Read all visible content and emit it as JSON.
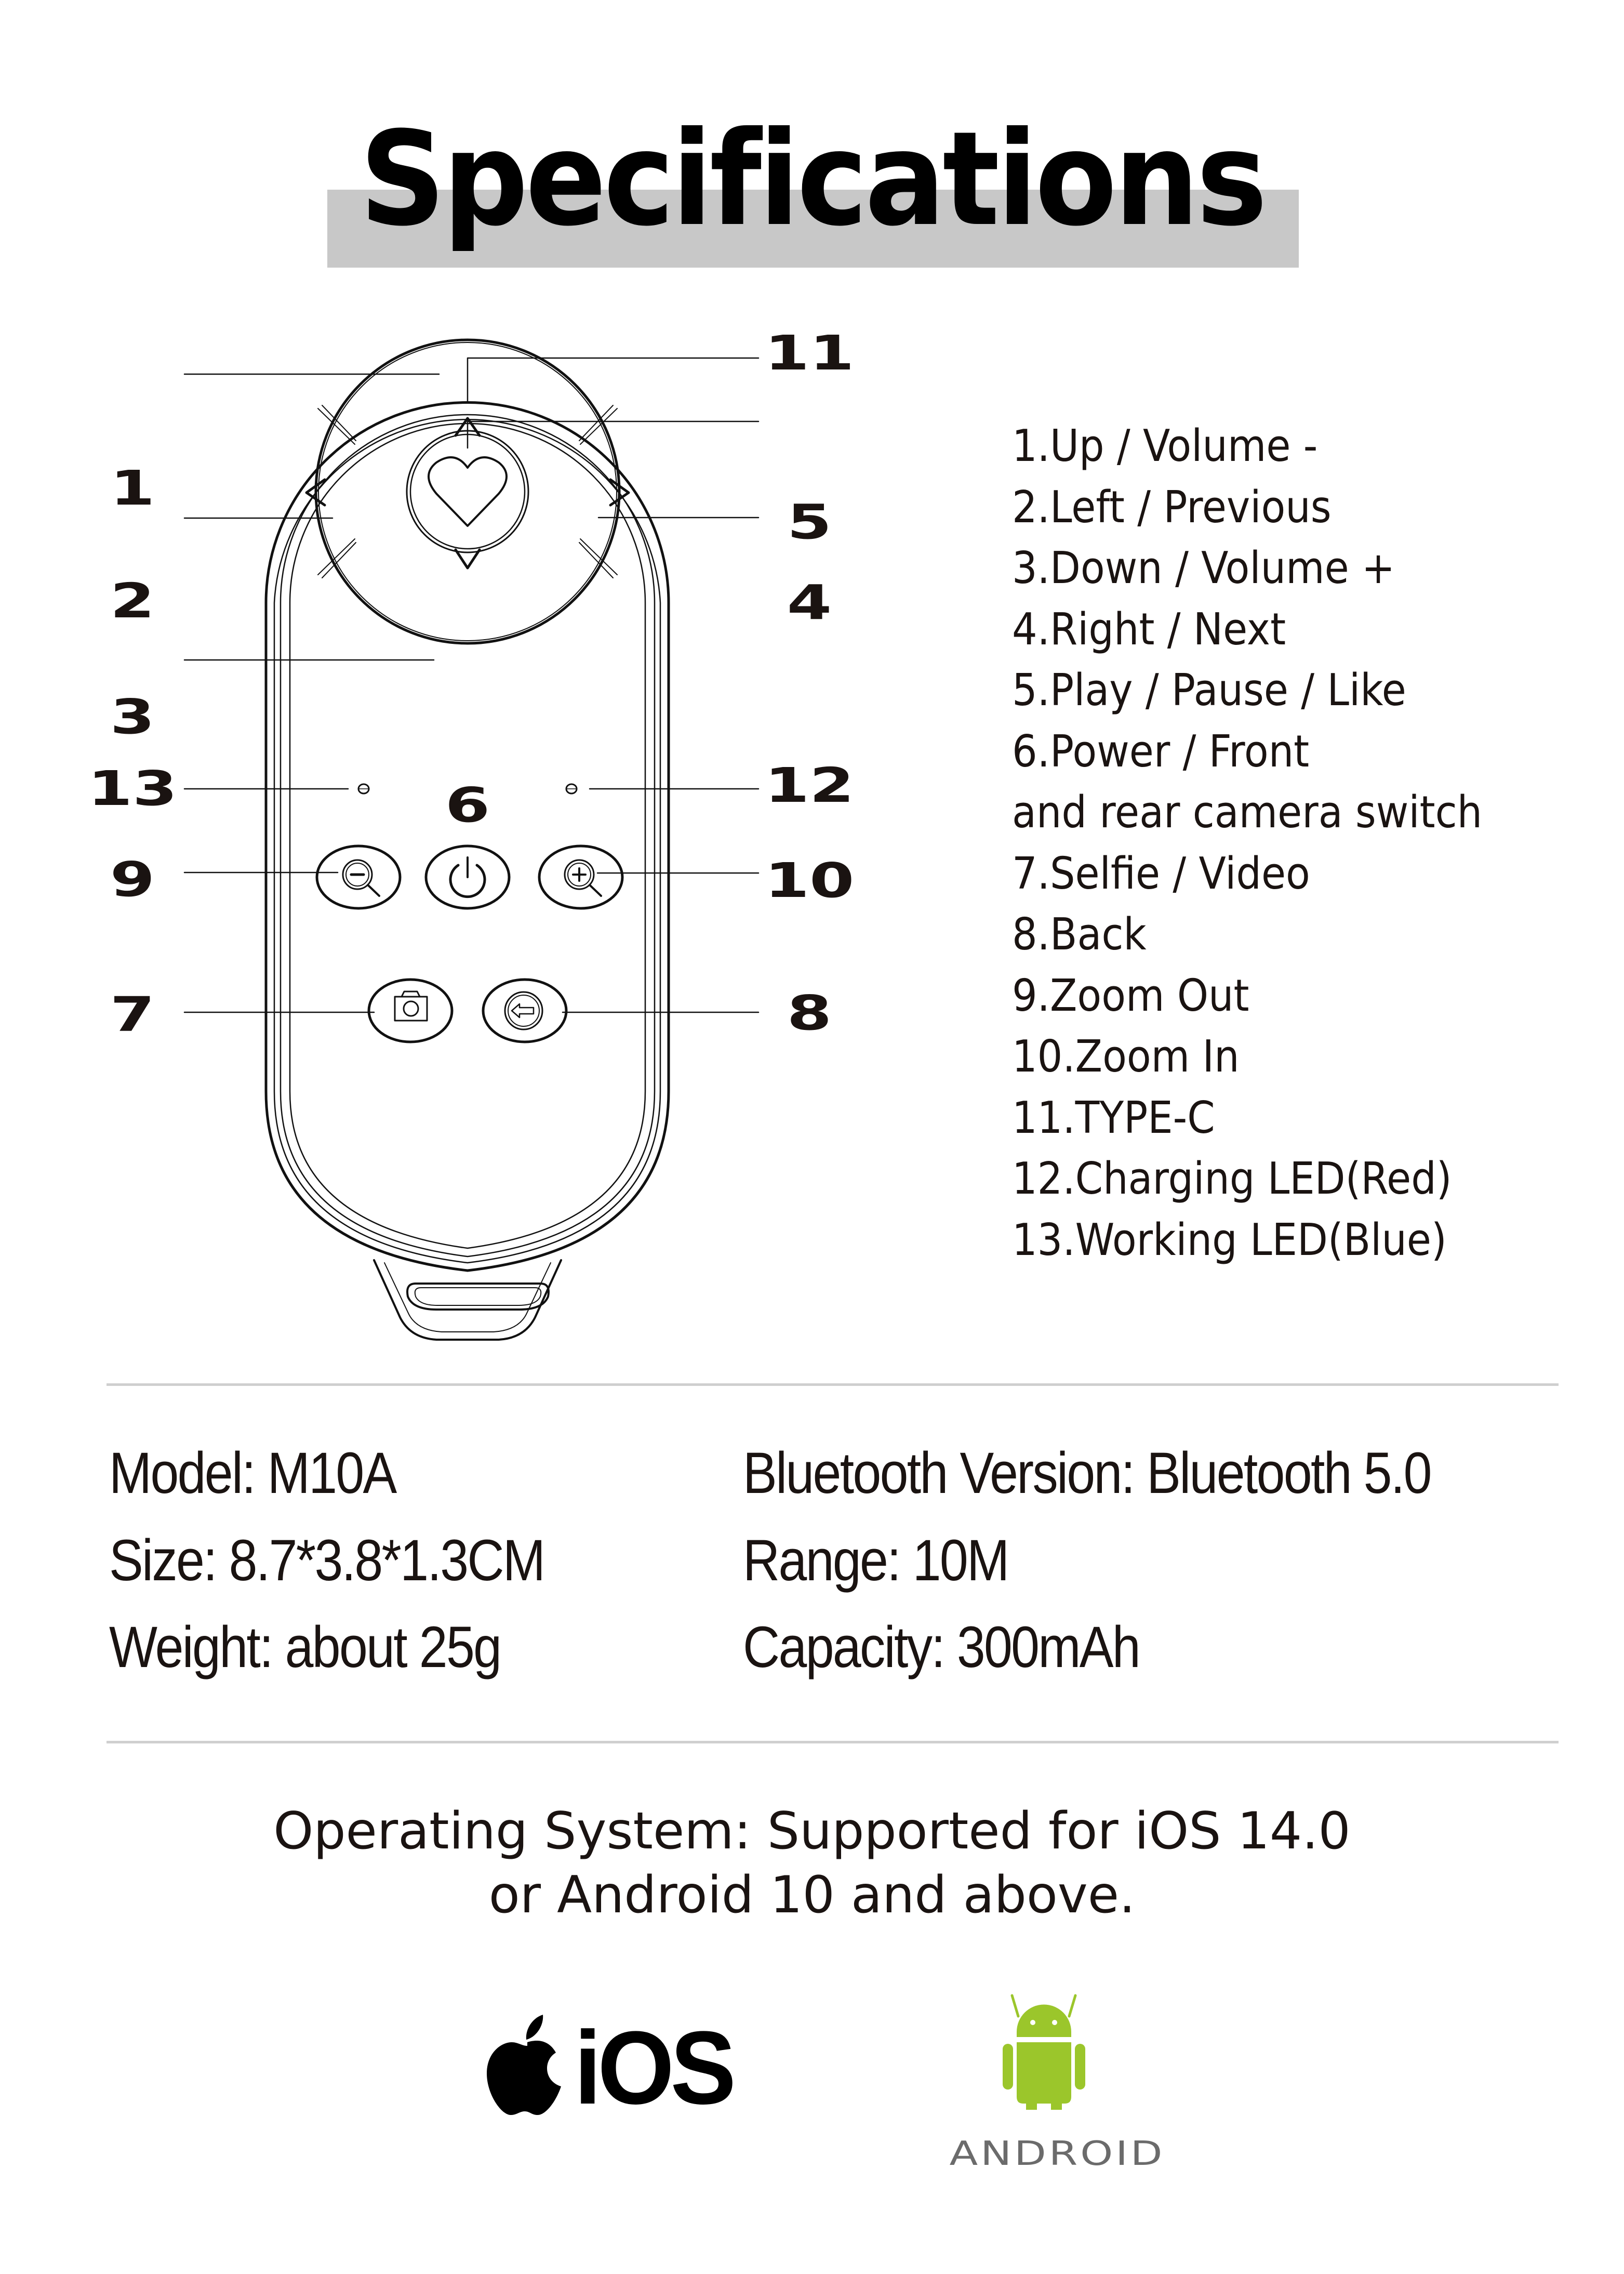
{
  "title": "Specifications",
  "callouts": {
    "left": [
      {
        "num": "1",
        "target": "up-button"
      },
      {
        "num": "2",
        "target": "left-button"
      },
      {
        "num": "3",
        "target": "down-button"
      },
      {
        "num": "13",
        "target": "working-led"
      },
      {
        "num": "9",
        "target": "zoom-out-button"
      },
      {
        "num": "7",
        "target": "selfie-button"
      }
    ],
    "right": [
      {
        "num": "11",
        "target": "type-c-port"
      },
      {
        "num": "5",
        "target": "like-button"
      },
      {
        "num": "4",
        "target": "right-button"
      },
      {
        "num": "12",
        "target": "charging-led"
      },
      {
        "num": "10",
        "target": "zoom-in-button"
      },
      {
        "num": "8",
        "target": "back-button"
      }
    ],
    "center": {
      "num": "6",
      "target": "power-button"
    }
  },
  "legend": [
    "1.Up / Volume -",
    "2.Left / Previous",
    "3.Down / Volume +",
    "4.Right / Next",
    "5.Play / Pause / Like",
    "6.Power / Front",
    "and rear camera switch",
    "7.Selfie / Video",
    "8.Back",
    "9.Zoom Out",
    "10.Zoom In",
    "11.TYPE-C",
    "12.Charging LED(Red)",
    "13.Working LED(Blue)"
  ],
  "specs": {
    "left": [
      "Model: M10A",
      "Size: 8.7*3.8*1.3CM",
      "Weight: about 25g"
    ],
    "right": [
      "Bluetooth Version: Bluetooth 5.0",
      "Range: 10M",
      "Capacity: 300mAh"
    ]
  },
  "os": {
    "line1": "Operating System: Supported for iOS 14.0",
    "line2": "or Android 10 and above."
  },
  "logos": {
    "ios_label": "iOS",
    "android_label": "ANDROID"
  },
  "colors": {
    "title_bar": "#c8c8c8",
    "divider": "#cfcfcf",
    "android_green": "#9bc62b",
    "android_text": "#6b6b6b",
    "text": "#1a1311"
  }
}
